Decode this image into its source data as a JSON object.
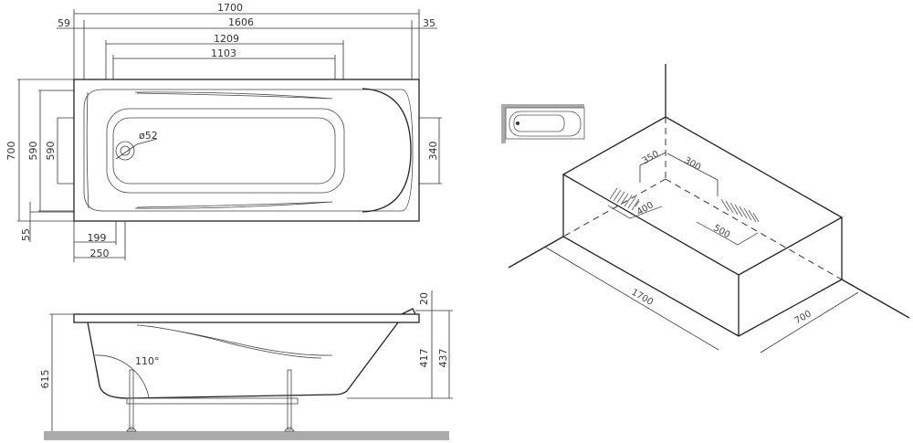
{
  "top_view": {
    "overall_length": "1700",
    "rim_length": "1606",
    "left_offset": "59",
    "right_offset": "35",
    "outer_bowl_length": "1209",
    "inner_bowl_length": "1103",
    "overall_width": "700",
    "bowl_width_outer": "590",
    "bowl_width_inner": "590",
    "bottom_offset": "55",
    "drain_distance": "199",
    "drain_edge_distance": "250",
    "drain_diameter": "ø52",
    "right_support_width": "340"
  },
  "side_view": {
    "total_height": "615",
    "rim_thickness": "20",
    "depth_inner": "417",
    "depth_total": "437",
    "back_angle": "110°"
  },
  "iso_view": {
    "length": "1700",
    "width": "700",
    "pad_offset_left": "350",
    "pad_offset_right": "300",
    "pad_left_size": "400",
    "pad_right_size": "500"
  }
}
